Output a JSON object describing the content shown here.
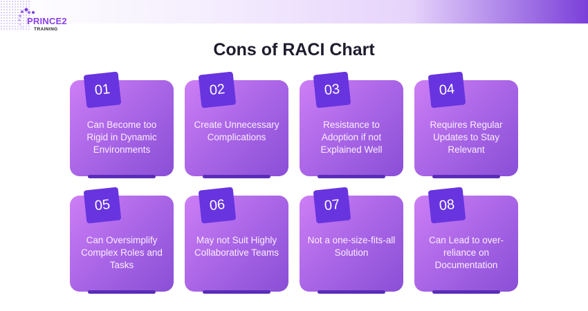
{
  "logo": {
    "name": "PRINCE2",
    "sub": "TRAINING"
  },
  "title": "Cons of RACI Chart",
  "cards": [
    {
      "num": "01",
      "text": "Can Become too Rigid in Dynamic Environments"
    },
    {
      "num": "02",
      "text": "Create Unnecessary Complications"
    },
    {
      "num": "03",
      "text": "Resistance to Adoption if not Explained Well"
    },
    {
      "num": "04",
      "text": "Requires Regular Updates to Stay Relevant"
    },
    {
      "num": "05",
      "text": "Can Oversimplify Complex Roles and Tasks"
    },
    {
      "num": "06",
      "text": "May not Suit Highly Collaborative Teams"
    },
    {
      "num": "07",
      "text": "Not a one-size-fits-all Solution"
    },
    {
      "num": "08",
      "text": "Can Lead to over-reliance on Documentation"
    }
  ]
}
